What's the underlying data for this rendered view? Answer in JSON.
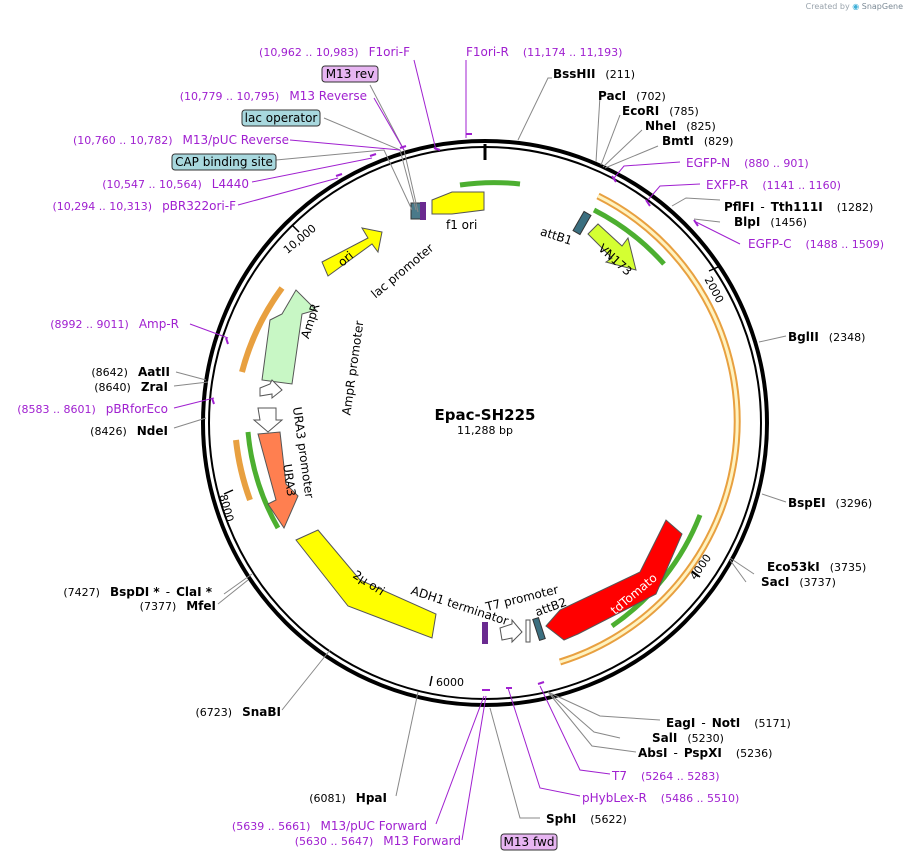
{
  "credit": {
    "text": "Created by",
    "brand": "SnapGene"
  },
  "plasmid": {
    "name": "Epac-SH225",
    "size": "11,288 bp"
  },
  "ticks": [
    "2000",
    "4000",
    "6000",
    "8000",
    "10,000"
  ],
  "enzymes": [
    {
      "name": "BssHII",
      "pos": "(211)"
    },
    {
      "name": "PacI",
      "pos": "(702)"
    },
    {
      "name": "EcoRI",
      "pos": "(785)"
    },
    {
      "name": "NheI",
      "pos": "(825)"
    },
    {
      "name": "BmtI",
      "pos": "(829)"
    },
    {
      "name": "PflFI",
      "sep": "-",
      "name2": "Tth111I",
      "pos": "(1282)"
    },
    {
      "name": "BlpI",
      "pos": "(1456)"
    },
    {
      "name": "BglII",
      "pos": "(2348)"
    },
    {
      "name": "BspEI",
      "pos": "(3296)"
    },
    {
      "name": "Eco53kI",
      "pos": "(3735)"
    },
    {
      "name": "SacI",
      "pos": "(3737)"
    },
    {
      "name": "EagI",
      "sep": "-",
      "name2": "NotI",
      "pos": "(5171)"
    },
    {
      "name": "SalI",
      "pos": "(5230)"
    },
    {
      "name": "AbsI",
      "sep": "-",
      "name2": "PspXI",
      "pos": "(5236)"
    },
    {
      "name": "SphI",
      "pos": "(5622)"
    },
    {
      "name": "HpaI",
      "pos": "(6081)"
    },
    {
      "name": "SnaBI",
      "pos": "(6723)"
    },
    {
      "name": "MfeI",
      "pos": "(7377)"
    },
    {
      "name": "BspDI *",
      "sep": "-",
      "name2": "ClaI *",
      "pos": "(7427)"
    },
    {
      "name": "NdeI",
      "pos": "(8426)"
    },
    {
      "name": "ZraI",
      "pos": "(8640)"
    },
    {
      "name": "AatII",
      "pos": "(8642)"
    }
  ],
  "primers": [
    {
      "name": "F1ori-R",
      "range": "(11,174 .. 11,193)"
    },
    {
      "name": "F1ori-F",
      "range": "(10,962 .. 10,983)"
    },
    {
      "name": "M13 Reverse",
      "range": "(10,779 .. 10,795)"
    },
    {
      "name": "M13/pUC Reverse",
      "range": "(10,760 .. 10,782)"
    },
    {
      "name": "L4440",
      "range": "(10,547 .. 10,564)"
    },
    {
      "name": "pBR322ori-F",
      "range": "(10,294 .. 10,313)"
    },
    {
      "name": "Amp-R",
      "range": "(8992 .. 9011)"
    },
    {
      "name": "pBRforEco",
      "range": "(8583 .. 8601)"
    },
    {
      "name": "EGFP-N",
      "range": "(880 .. 901)"
    },
    {
      "name": "EXFP-R",
      "range": "(1141 .. 1160)"
    },
    {
      "name": "EGFP-C",
      "range": "(1488 .. 1509)"
    },
    {
      "name": "T7",
      "range": "(5264 .. 5283)"
    },
    {
      "name": "pHybLex-R",
      "range": "(5486 .. 5510)"
    },
    {
      "name": "M13/pUC Forward",
      "range": "(5639 .. 5661)"
    },
    {
      "name": "M13 Forward",
      "range": "(5630 .. 5647)"
    }
  ],
  "boxed_labels": {
    "m13_rev": "M13 rev",
    "lac_operator": "lac operator",
    "cap_site": "CAP binding site",
    "m13_fwd": "M13 fwd"
  },
  "features": {
    "f1_ori": "f1 ori",
    "lac_promoter": "lac promoter",
    "ori": "ori",
    "ampr": "AmpR",
    "ampr_promoter": "AmpR promoter",
    "ura3_promoter": "URA3 promoter",
    "ura3": "URA3",
    "two_micron": "2μ ori",
    "adh1": "ADH1 terminator",
    "t7_promoter": "T7 promoter",
    "attb2": "attB2",
    "tdtomato": "tdTomato",
    "attb1": "attB1",
    "vn173": "VN173"
  },
  "colors": {
    "enzyme": "#000000",
    "primer": "#a020d0",
    "boxed_fill_blue": "#a8d8de",
    "boxed_fill_pink": "#e7b5f2",
    "feature_yellow": "#ffff00",
    "feature_orange": "#ff7f50",
    "feature_red": "#ff0000",
    "feature_green": "#c8f7c5",
    "feature_lime": "#d4ff32"
  }
}
